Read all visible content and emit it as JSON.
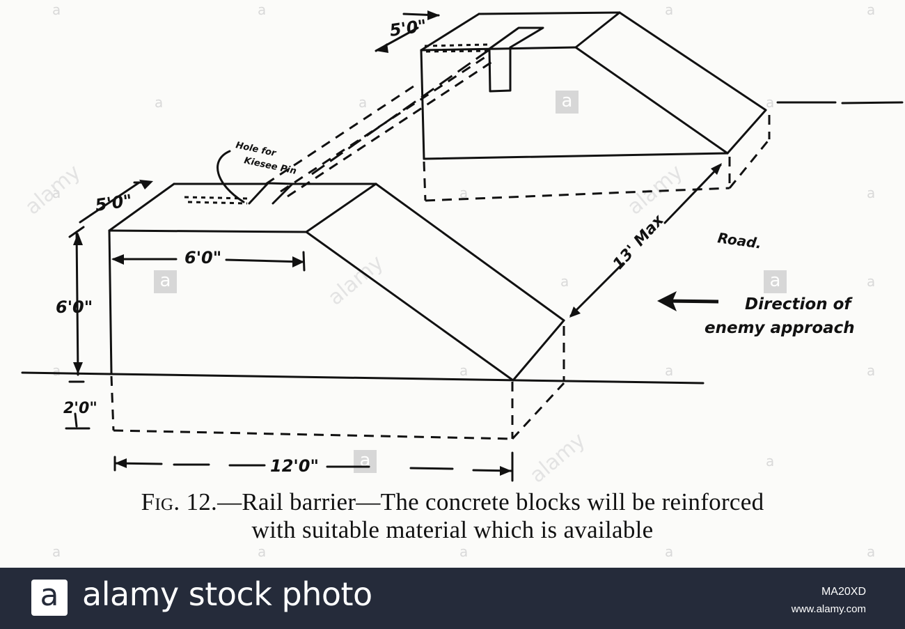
{
  "diagram": {
    "labels": {
      "hole_note": [
        "Hole for",
        "Kiesee Pin"
      ],
      "top_width_front": "5'0\"",
      "top_width_back": "5'0\"",
      "top_length": "6'0\"",
      "height": "6'0\"",
      "depth": "2'0\"",
      "base_length": "12'0\"",
      "spacing": "13' Max",
      "road": "Road.",
      "direction": [
        "Direction of",
        "enemy approach"
      ]
    },
    "icons": {
      "direction": "left-arrow-icon"
    }
  },
  "caption": {
    "fig_label": "Fig. 12.",
    "line1": "—Rail barrier—The concrete blocks will be reinforced",
    "line2": "with suitable material which is available"
  },
  "footer": {
    "logo_letter": "a",
    "brand": "alamy stock photo",
    "image_id": "MA20XD",
    "site": "www.alamy.com"
  },
  "watermark": {
    "letter": "a",
    "word": "alamy"
  },
  "colors": {
    "footer_bg": "#252b3a",
    "ink": "#111111",
    "paper": "#fbfbf9"
  }
}
